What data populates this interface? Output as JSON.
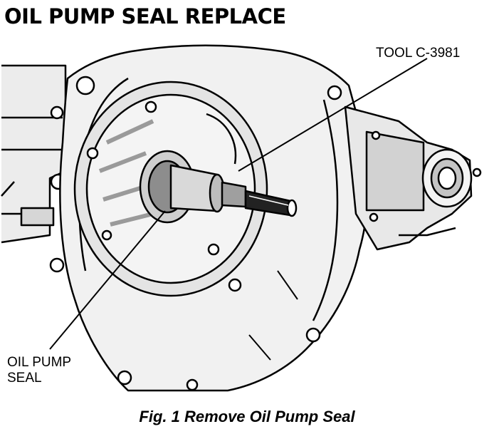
{
  "title": "OIL PUMP SEAL REPLACE",
  "labels": {
    "tool_line1": "TOOL C-3981",
    "seal_line1": "OIL PUMP",
    "seal_line2": "SEAL"
  },
  "caption": "Fig. 1 Remove Oil Pump Seal",
  "colors": {
    "ink": "#000000",
    "shade": "#bdbdbd",
    "paper": "#ffffff"
  }
}
